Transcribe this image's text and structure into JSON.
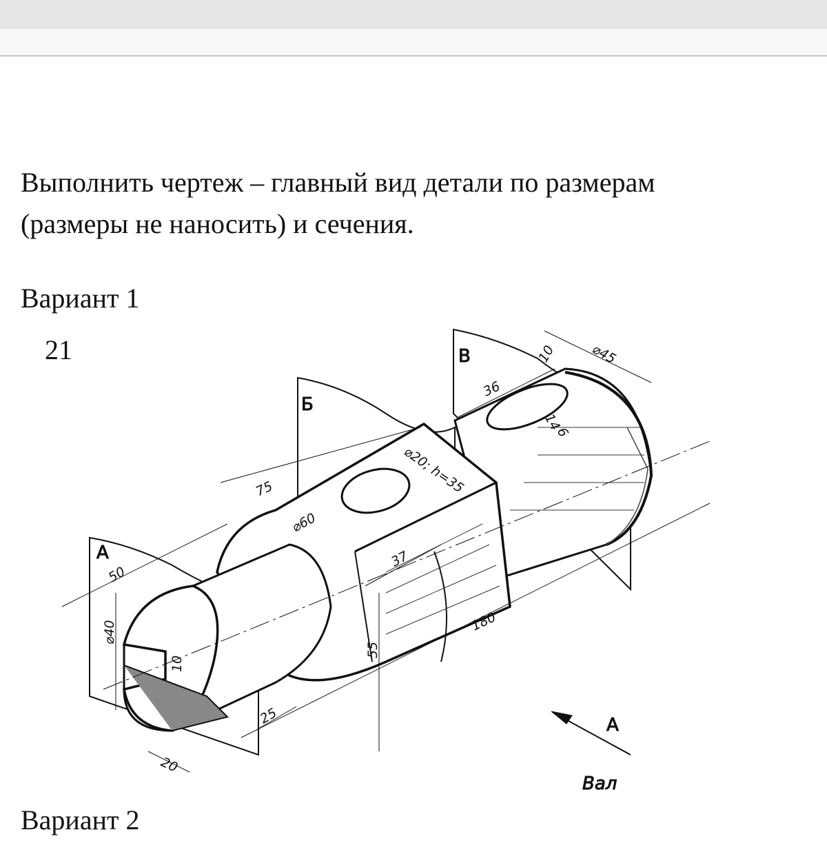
{
  "task": {
    "line1": "Выполнить чертеж – главный вид детали по размерам",
    "line2": "(размеры не наносить) и сечения."
  },
  "variant1": {
    "title": "Вариант 1",
    "number": "21"
  },
  "variant2": {
    "title": "Вариант 2"
  },
  "drawing": {
    "caption": "Вал",
    "view_arrow_label": "А",
    "section_labels": [
      "А",
      "Б",
      "В"
    ],
    "dimensions": {
      "d50": "50",
      "d40": "⌀40",
      "d10a": "10",
      "d20": "20",
      "d25": "25",
      "d75": "75",
      "d60": "⌀60",
      "d37": "37",
      "d55": "55",
      "d180": "180",
      "d36": "36",
      "d10b": "10",
      "d45": "⌀45",
      "d14": "14",
      "d6": "6",
      "hole": "⌀20; h=35"
    }
  }
}
